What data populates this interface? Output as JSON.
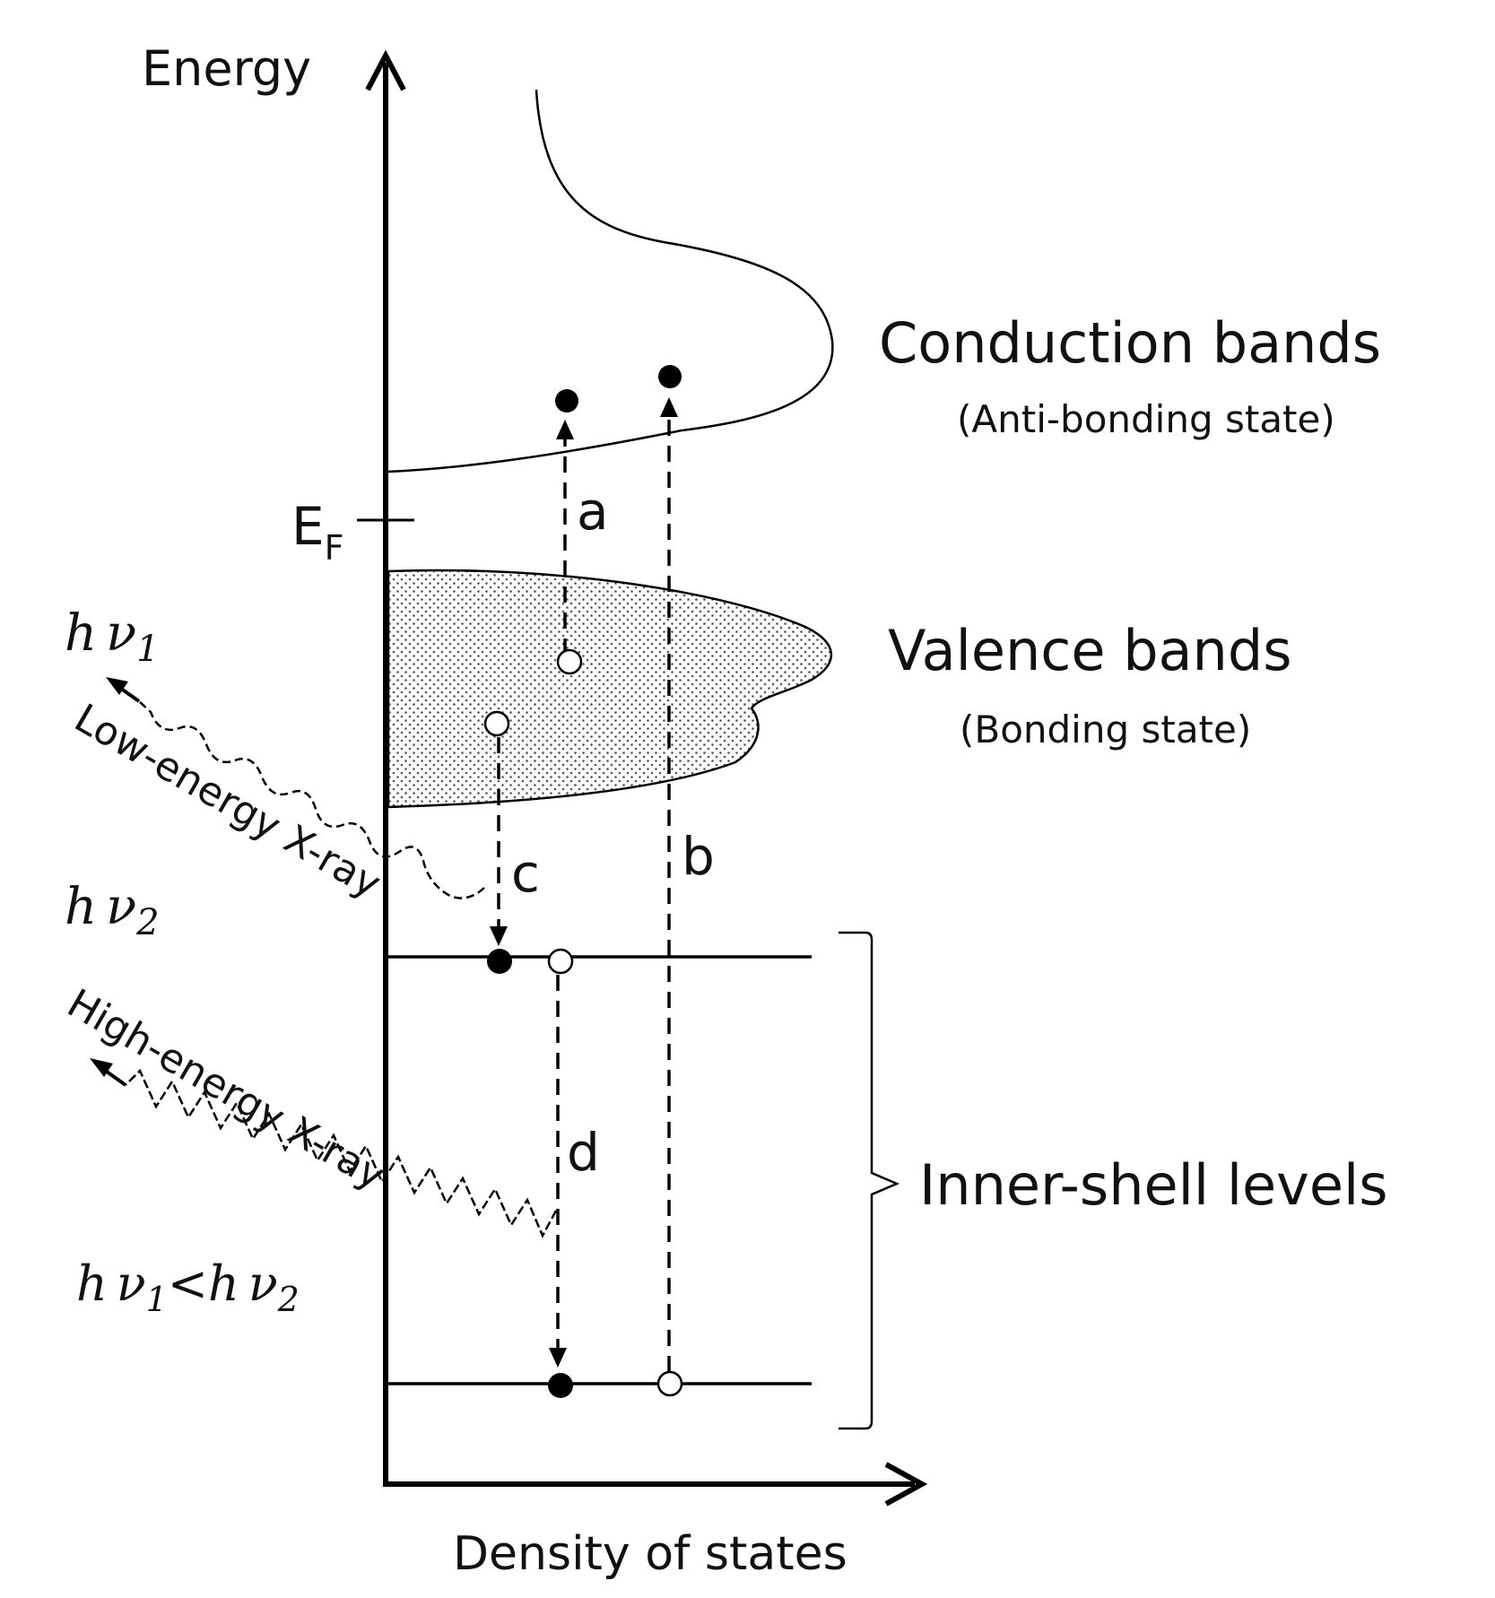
{
  "axes": {
    "y_label": "Energy",
    "x_label": "Density of states",
    "fermi_main": "E",
    "fermi_sub": "F"
  },
  "bands": {
    "conduction": {
      "title": "Conduction bands",
      "subtitle": "(Anti-bonding state)"
    },
    "valence": {
      "title": "Valence bands",
      "subtitle": "(Bonding state)"
    },
    "inner_shell": {
      "title": "Inner-shell levels"
    }
  },
  "transitions": {
    "a": "a",
    "b": "b",
    "c": "c",
    "d": "d"
  },
  "photons": {
    "h": "h",
    "nu": "ν",
    "sub1": "1",
    "sub2": "2",
    "low_label": "Low-energy X-ray",
    "high_label": "High-energy X-ray",
    "lt": "<"
  }
}
